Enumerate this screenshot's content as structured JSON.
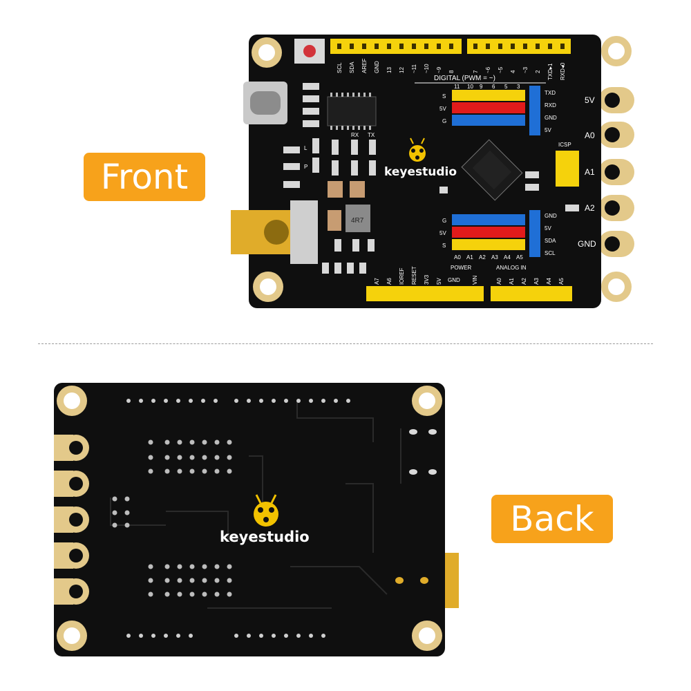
{
  "labels": {
    "front": "Front",
    "back": "Back"
  },
  "brand": "keyestudio",
  "front": {
    "top_header_left": [
      "SCL",
      "SDA",
      "AREF",
      "GND",
      "13",
      "12",
      "~11",
      "~10",
      "~9",
      "8"
    ],
    "top_header_right": [
      "7",
      "~6",
      "~5",
      "4",
      "~3",
      "2",
      "TXD▸1",
      "RXD◂0"
    ],
    "digital_label": "DIGITAL (PWM = ~)",
    "pwm_nums": [
      "11",
      "10",
      "9",
      "6",
      "5",
      "3"
    ],
    "pin_rows_top": [
      "S",
      "5V",
      "G"
    ],
    "uart_labels": [
      "TXD",
      "RXD",
      "GND",
      "5V"
    ],
    "rx_tx": [
      "RX",
      "TX"
    ],
    "l_p": [
      "L",
      "P"
    ],
    "inductor": "4R7",
    "icsp": "ICSP",
    "pin_rows_bottom": [
      "G",
      "5V",
      "S"
    ],
    "analog_nums": [
      "A0",
      "A1",
      "A2",
      "A3",
      "A4",
      "A5"
    ],
    "i2c_labels": [
      "GND",
      "5V",
      "SDA",
      "SCL"
    ],
    "power_label": "POWER",
    "analog_label": "ANALOG  IN",
    "bottom_header_left": [
      "A7",
      "A6",
      "IOREF",
      "RESET",
      "3V3",
      "5V",
      "GND",
      "VIN"
    ],
    "bottom_header_right": [
      "A0",
      "A1",
      "A2",
      "A3",
      "A4",
      "A5"
    ],
    "side_pads": [
      "5V",
      "A0",
      "A1",
      "A2",
      "GND"
    ]
  },
  "colors": {
    "pill": "#f7a21b",
    "board": "#0f0f0f",
    "header": "#f5d20c",
    "gold": "#e3c98a",
    "red": "#e21b1b",
    "blue": "#1f6fd6"
  }
}
